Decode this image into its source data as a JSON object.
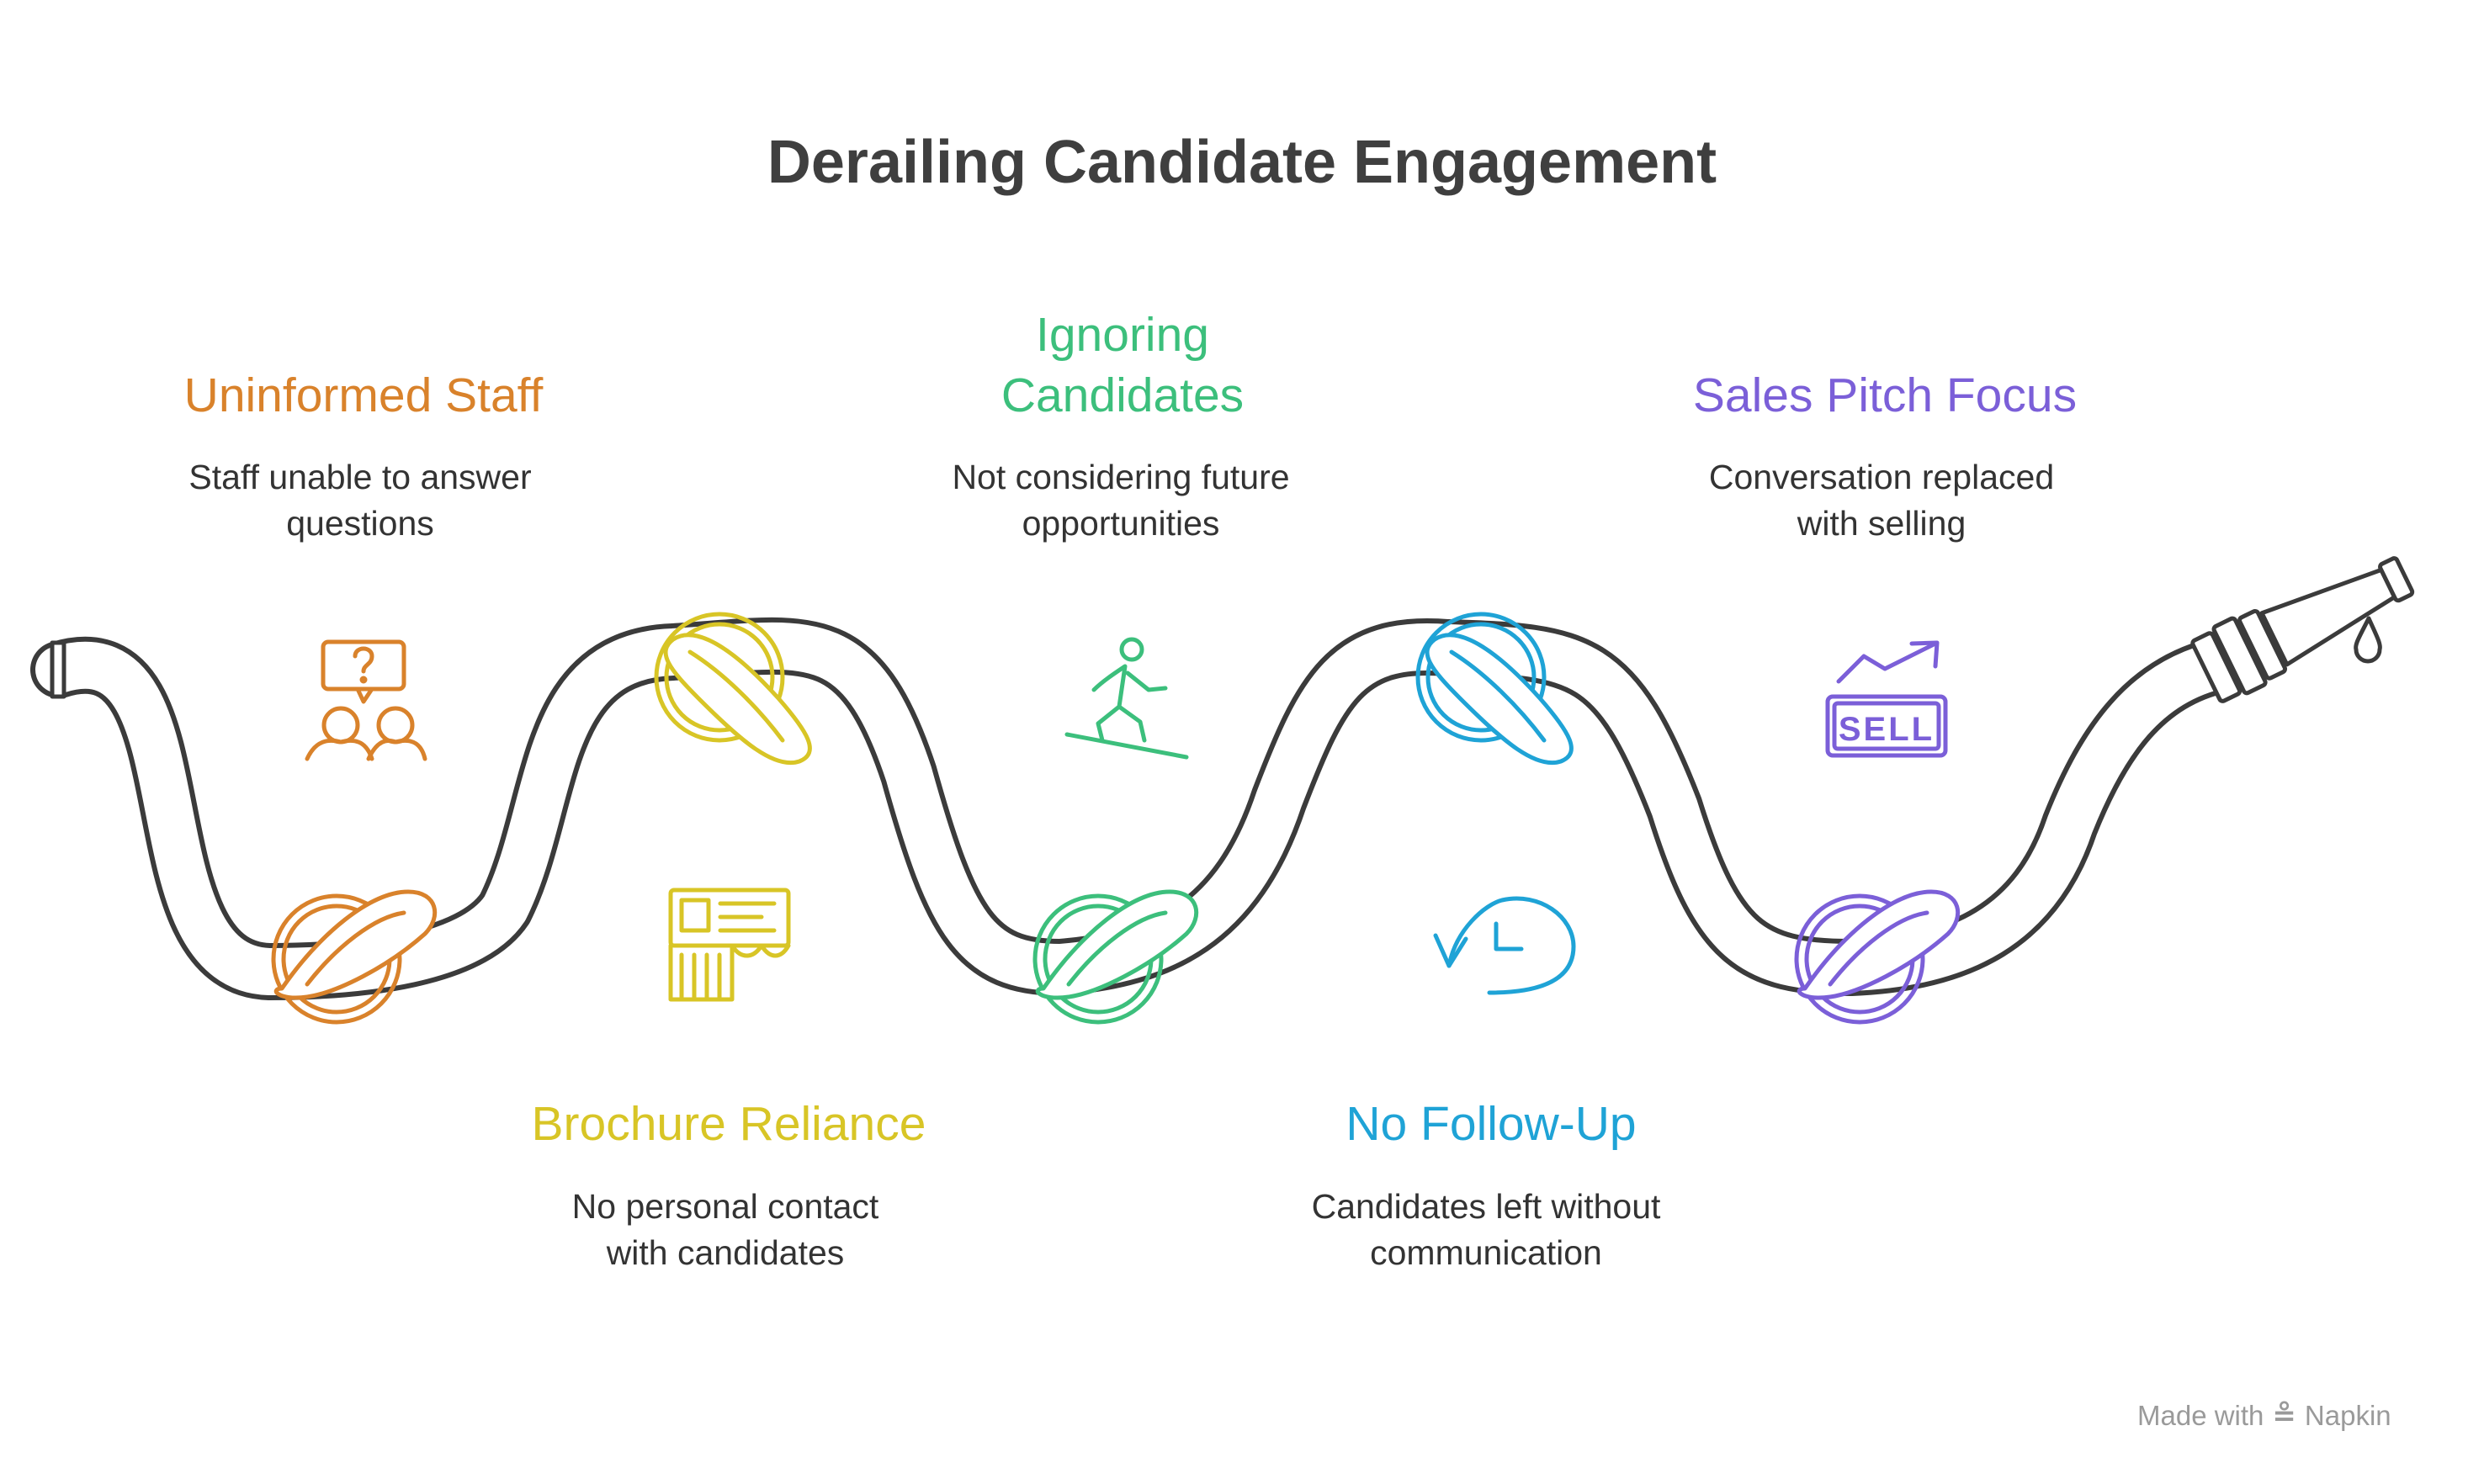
{
  "title": "Derailing Candidate Engagement",
  "footer": {
    "text": "Made with",
    "brand": "Napkin"
  },
  "colors": {
    "hose": "#3b3b3b",
    "orange": "#d9822b",
    "yellow": "#d8c526",
    "green": "#3cbf7c",
    "blue": "#1fa3d6",
    "purple": "#7b5fd8"
  },
  "steps": [
    {
      "title": "Uninformed Staff",
      "desc_lines": [
        "Staff unable to answer",
        "questions"
      ],
      "color": "#d9822b",
      "icon": "people-question-icon"
    },
    {
      "title": "Brochure Reliance",
      "desc_lines": [
        "No personal contact",
        "with candidates"
      ],
      "color": "#d8c526",
      "icon": "brochure-icon"
    },
    {
      "title_lines": [
        "Ignoring",
        "Candidates"
      ],
      "desc_lines": [
        "Not considering future",
        "opportunities"
      ],
      "color": "#3cbf7c",
      "icon": "walking-person-icon"
    },
    {
      "title": "No Follow-Up",
      "desc_lines": [
        "Candidates left without",
        "communication"
      ],
      "color": "#1fa3d6",
      "icon": "clock-history-icon"
    },
    {
      "title": "Sales Pitch Focus",
      "desc_lines": [
        "Conversation replaced",
        "with selling"
      ],
      "color": "#7b5fd8",
      "icon": "sell-sign-icon"
    }
  ],
  "sell_label": "SELL"
}
